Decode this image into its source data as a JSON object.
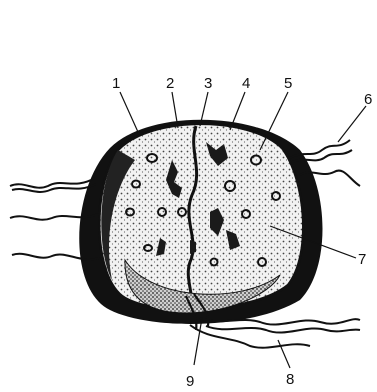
{
  "figure": {
    "callouts": [
      {
        "id": "c1",
        "label": "1"
      },
      {
        "id": "c2",
        "label": "2"
      },
      {
        "id": "c3",
        "label": "3"
      },
      {
        "id": "c4",
        "label": "4"
      },
      {
        "id": "c5",
        "label": "5"
      },
      {
        "id": "c6",
        "label": "6"
      },
      {
        "id": "c7",
        "label": "7"
      },
      {
        "id": "c8",
        "label": "8"
      },
      {
        "id": "c9",
        "label": "9"
      }
    ]
  }
}
